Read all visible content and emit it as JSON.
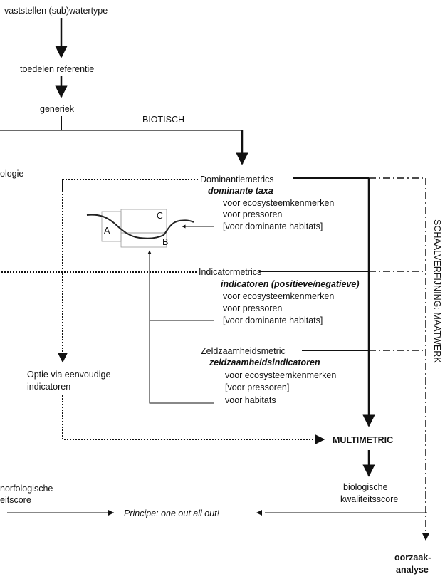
{
  "flow": {
    "step1": "vaststellen (sub)watertype",
    "step2": "toedelen referentie",
    "step3": "generiek",
    "biotisch": "BIOTISCH",
    "left_cut_top": "ologie"
  },
  "dominantie": {
    "title": "Dominantiemetrics",
    "subtitle": "dominante taxa",
    "lines": [
      "voor ecosysteemkenmerken",
      "voor pressoren",
      "[voor dominante habitats]"
    ]
  },
  "indicator": {
    "title": "Indicatormetrics",
    "subtitle": "indicatoren (positieve/negatieve)",
    "lines": [
      "voor ecosysteemkenmerken",
      "voor pressoren",
      "[voor dominante habitats]"
    ]
  },
  "zeldzaam": {
    "title": "Zeldzaamheidsmetric",
    "subtitle": "zeldzaamheidsindicatoren",
    "lines": [
      "voor ecosysteemkenmerken",
      "[voor pressoren]",
      "voor habitats"
    ]
  },
  "optie": {
    "line1": "Optie via eenvoudige",
    "line2": "indicatoren"
  },
  "habitat_labels": {
    "a": "A",
    "b": "B",
    "c": "C"
  },
  "multimetric": "MULTIMETRIC",
  "score": {
    "line1": "biologische",
    "line2": "kwaliteitsscore"
  },
  "left_score": {
    "line1": "norfologische",
    "line2": "eitscore"
  },
  "principe": "Principe: one out all out!",
  "oorzaak": {
    "line1": "oorzaak-",
    "line2": "analyse"
  },
  "side_label": "SCHAALVERFIJNING: MAATWERK"
}
